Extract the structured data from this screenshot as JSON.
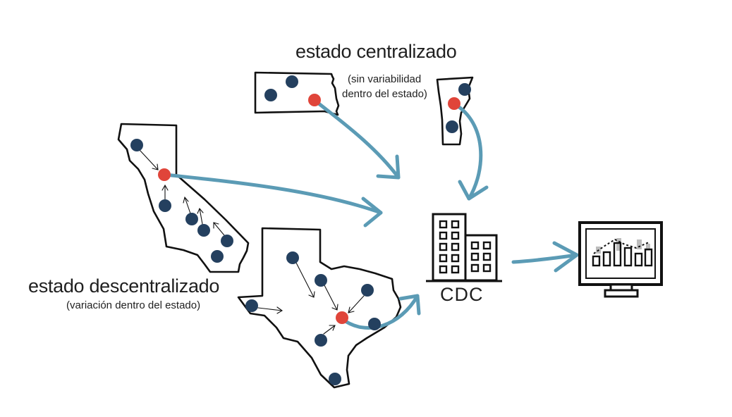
{
  "labels": {
    "centralized_title": "estado centralizado",
    "centralized_note_line1": "(sin variabilidad",
    "centralized_note_line2": "dentro del estado)",
    "decentralized_title": "estado descentralizado",
    "decentralized_note": "(variación dentro del estado)",
    "cdc": "CDC"
  },
  "colors": {
    "outline": "#111111",
    "site_dot": "#24405f",
    "hub_dot": "#e0453a",
    "flow_arrow": "#5b9bb5",
    "chart_gray": "#bdbdbd"
  },
  "icons": {
    "building": "cdc-building-icon",
    "monitor": "dashboard-monitor-icon"
  }
}
